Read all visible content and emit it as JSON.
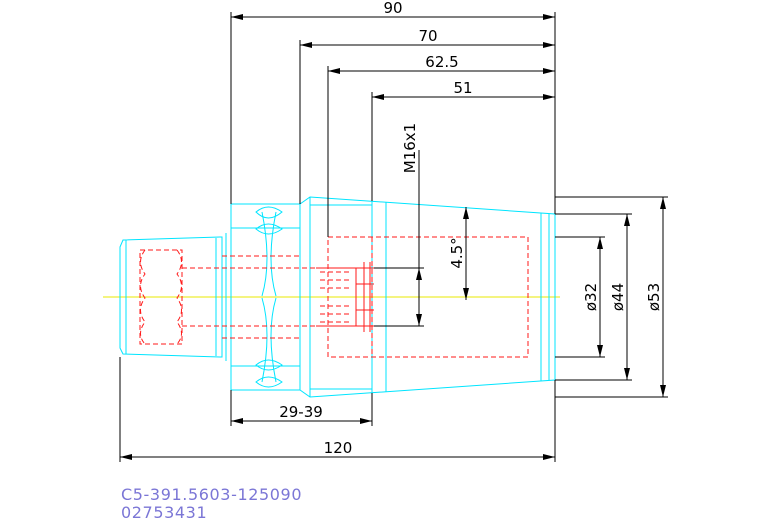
{
  "dimensions": {
    "overall_90": "90",
    "length_70": "70",
    "length_62_5": "62.5",
    "length_51": "51",
    "thread": "M16x1",
    "taper_angle": "4.5°",
    "dia_32": "ø32",
    "dia_44": "ø44",
    "dia_53": "ø53",
    "range_29_39": "29-39",
    "overall_120": "120"
  },
  "part_number": "C5-391.5603-125090",
  "order_code": "02753431",
  "colors": {
    "dimension": "#000000",
    "outline": "#00e5ff",
    "hidden": "#ff1a1a",
    "centerline": "#e8e800",
    "caption": "#7b76d6"
  }
}
